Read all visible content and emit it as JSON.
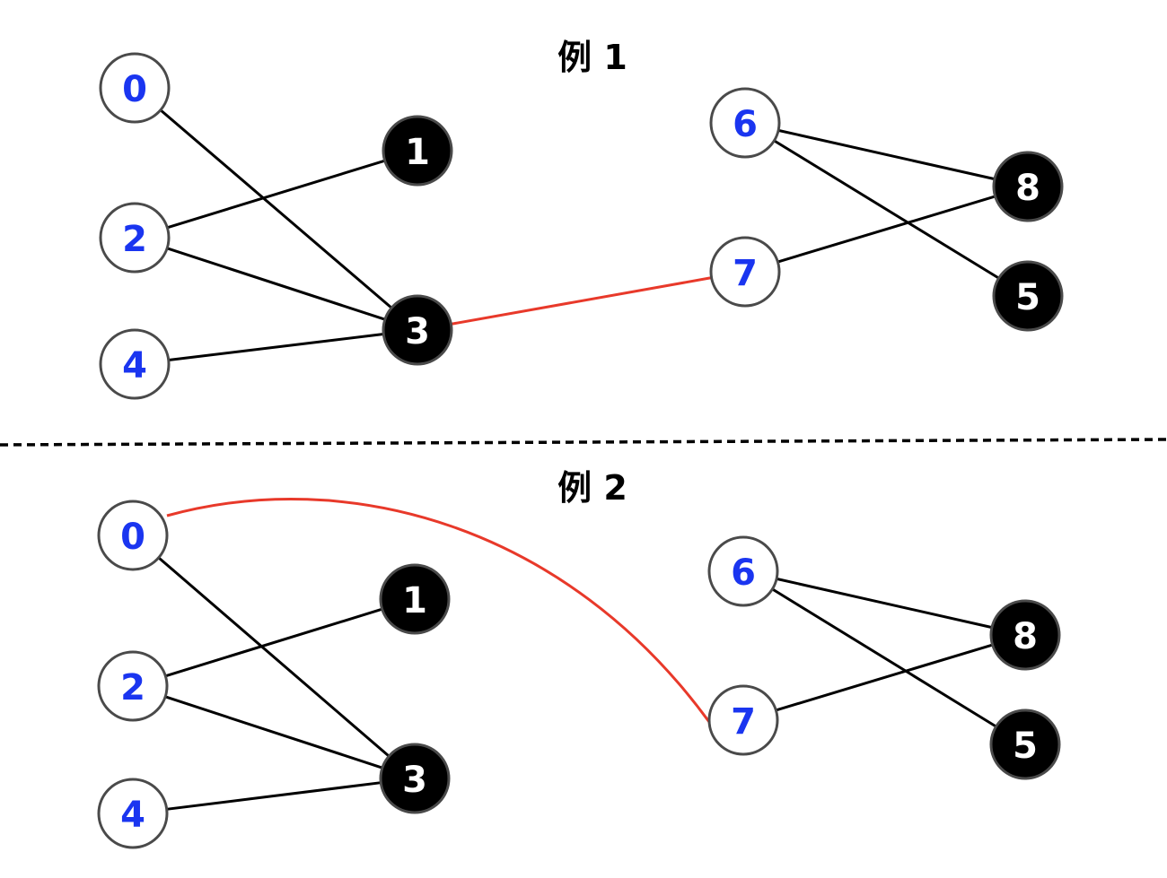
{
  "colors": {
    "left_node_fill": "#ffffff",
    "left_node_stroke": "#4a4a4a",
    "left_node_text": "#1a35f0",
    "right_node_fill": "#000000",
    "right_node_stroke": "#4a4a4a",
    "right_node_text": "#ffffff",
    "edge": "#000000",
    "highlight_edge": "#e8392a",
    "divider": "#000000"
  },
  "examples": [
    {
      "title": "例 1",
      "nodes": [
        {
          "id": "0",
          "side": "left"
        },
        {
          "id": "2",
          "side": "left"
        },
        {
          "id": "4",
          "side": "left"
        },
        {
          "id": "1",
          "side": "right"
        },
        {
          "id": "3",
          "side": "right"
        },
        {
          "id": "6",
          "side": "left"
        },
        {
          "id": "7",
          "side": "left"
        },
        {
          "id": "8",
          "side": "right"
        },
        {
          "id": "5",
          "side": "right"
        }
      ],
      "edges": [
        {
          "from": "0",
          "to": "3",
          "highlight": false
        },
        {
          "from": "2",
          "to": "1",
          "highlight": false
        },
        {
          "from": "2",
          "to": "3",
          "highlight": false
        },
        {
          "from": "4",
          "to": "3",
          "highlight": false
        },
        {
          "from": "6",
          "to": "8",
          "highlight": false
        },
        {
          "from": "6",
          "to": "5",
          "highlight": false
        },
        {
          "from": "7",
          "to": "8",
          "highlight": false
        },
        {
          "from": "3",
          "to": "7",
          "highlight": true,
          "shape": "straight"
        }
      ]
    },
    {
      "title": "例 2",
      "nodes": [
        {
          "id": "0",
          "side": "left"
        },
        {
          "id": "2",
          "side": "left"
        },
        {
          "id": "4",
          "side": "left"
        },
        {
          "id": "1",
          "side": "right"
        },
        {
          "id": "3",
          "side": "right"
        },
        {
          "id": "6",
          "side": "left"
        },
        {
          "id": "7",
          "side": "left"
        },
        {
          "id": "8",
          "side": "right"
        },
        {
          "id": "5",
          "side": "right"
        }
      ],
      "edges": [
        {
          "from": "0",
          "to": "3",
          "highlight": false
        },
        {
          "from": "2",
          "to": "1",
          "highlight": false
        },
        {
          "from": "2",
          "to": "3",
          "highlight": false
        },
        {
          "from": "4",
          "to": "3",
          "highlight": false
        },
        {
          "from": "6",
          "to": "8",
          "highlight": false
        },
        {
          "from": "6",
          "to": "5",
          "highlight": false
        },
        {
          "from": "7",
          "to": "8",
          "highlight": false
        },
        {
          "from": "0",
          "to": "7",
          "highlight": true,
          "shape": "curved"
        }
      ]
    }
  ]
}
